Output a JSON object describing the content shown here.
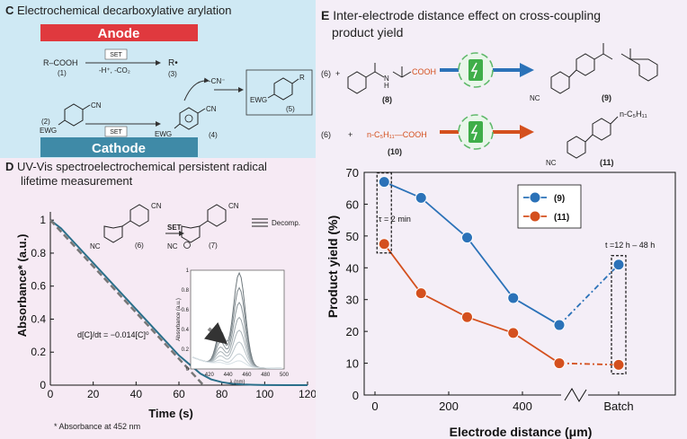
{
  "panelC": {
    "letter": "C",
    "title": "Electrochemical decarboxylative arylation",
    "anode_label": "Anode",
    "cathode_label": "Cathode",
    "acid": "R–COOH",
    "acid_num": "(1)",
    "set1": "SET",
    "loss": "-H⁺, -CO₂",
    "radical": "R•",
    "radical_num": "(3)",
    "aryl_num": "(2)",
    "set2": "SET",
    "cn_loss": "-CN⁻",
    "radical_anion_num": "(4)",
    "ewg": "EWG",
    "cn": "CN",
    "r": "R",
    "product_num": "(5)"
  },
  "panelD": {
    "letter": "D",
    "title_line1": "UV-Vis spectroelectrochemical persistent radical",
    "title_line2": "lifetime measurement",
    "footnote": "* Absorbance at 452 nm",
    "rate_law": "d[C]/dt = −0.014[C]⁰",
    "scheme": {
      "sm_num": "(6)",
      "set": "SET",
      "radical_num": "(7)",
      "decomp": "Decomp.",
      "cn": "CN",
      "nc": "NC"
    }
  },
  "panelE": {
    "letter": "E",
    "title_line1": "Inter-electrode distance effect on cross-coupling",
    "title_line2": "product yield",
    "rxn1": {
      "reagent_num": "(6)",
      "plus": "+",
      "partner_num": "(8)",
      "product_num": "(9)",
      "cooh": "COOH",
      "nh": "H",
      "n": "N",
      "me": "",
      "nc": "NC"
    },
    "rxn2": {
      "reagent_num": "(6)",
      "plus": "+",
      "partner": "n-C₅H₁₁—COOH",
      "partner_num": "(10)",
      "product_num": "(11)",
      "sub": "n-C₅H₁₁",
      "nc": "NC"
    },
    "tau_label": "τ = 2 min",
    "batch_time": "t =12 h – 48 h"
  },
  "chart_data": [
    {
      "type": "line",
      "xlabel": "Time (s)",
      "ylabel": "Absorbance* (a.u.)",
      "xlim": [
        0,
        120
      ],
      "ylim": [
        0,
        1.05
      ],
      "xticks": [
        0,
        20,
        40,
        60,
        80,
        100,
        120
      ],
      "yticks": [
        0,
        0.2,
        0.4,
        0.6,
        0.8,
        1
      ],
      "series": [
        {
          "name": "",
          "color": "#2a6f8a",
          "x": [
            0,
            5,
            10,
            20,
            30,
            40,
            50,
            60,
            70,
            75,
            80,
            85,
            90,
            95,
            100,
            110,
            120
          ],
          "y": [
            1.0,
            0.95,
            0.88,
            0.74,
            0.6,
            0.46,
            0.32,
            0.18,
            0.07,
            0.035,
            0.018,
            0.008,
            0.004,
            0.002,
            0.001,
            0.0,
            0.0
          ]
        },
        {
          "name": "",
          "color": "#777777",
          "dashed": true,
          "x": [
            0,
            71.4
          ],
          "y": [
            1.0,
            0.0
          ]
        }
      ],
      "inset": {
        "xlabel": "λ (nm)",
        "ylabel": "Absorbance (a.u.)",
        "xlim": [
          400,
          500
        ],
        "ylim": [
          0,
          1.0
        ],
        "xticks": [
          420,
          440,
          460,
          480,
          500
        ],
        "yticks": [
          0,
          0.2,
          0.4,
          0.6,
          0.8,
          1
        ],
        "curve_peaks": [
          0.95,
          0.8,
          0.65,
          0.5,
          0.37,
          0.25,
          0.13,
          0.06
        ]
      }
    },
    {
      "type": "line",
      "xlabel": "Electrode distance (μm)",
      "ylabel": "Product yield (%)",
      "ylim": [
        0,
        70
      ],
      "yticks": [
        0,
        10,
        20,
        30,
        40,
        50,
        60,
        70
      ],
      "xticks": [
        "0",
        "200",
        "400",
        "Batch"
      ],
      "categories_note": "",
      "series": [
        {
          "name": "(9)",
          "color": "#2b72b8",
          "x": [
            25,
            125,
            250,
            375,
            500
          ],
          "y": [
            67,
            62,
            49.5,
            30.5,
            22
          ],
          "batch": 41
        },
        {
          "name": "(11)",
          "color": "#d4501e",
          "x": [
            25,
            125,
            250,
            375,
            500
          ],
          "y": [
            47.5,
            32,
            24.5,
            19.5,
            10
          ],
          "batch": 9.5
        }
      ],
      "legend": "top-right"
    }
  ]
}
